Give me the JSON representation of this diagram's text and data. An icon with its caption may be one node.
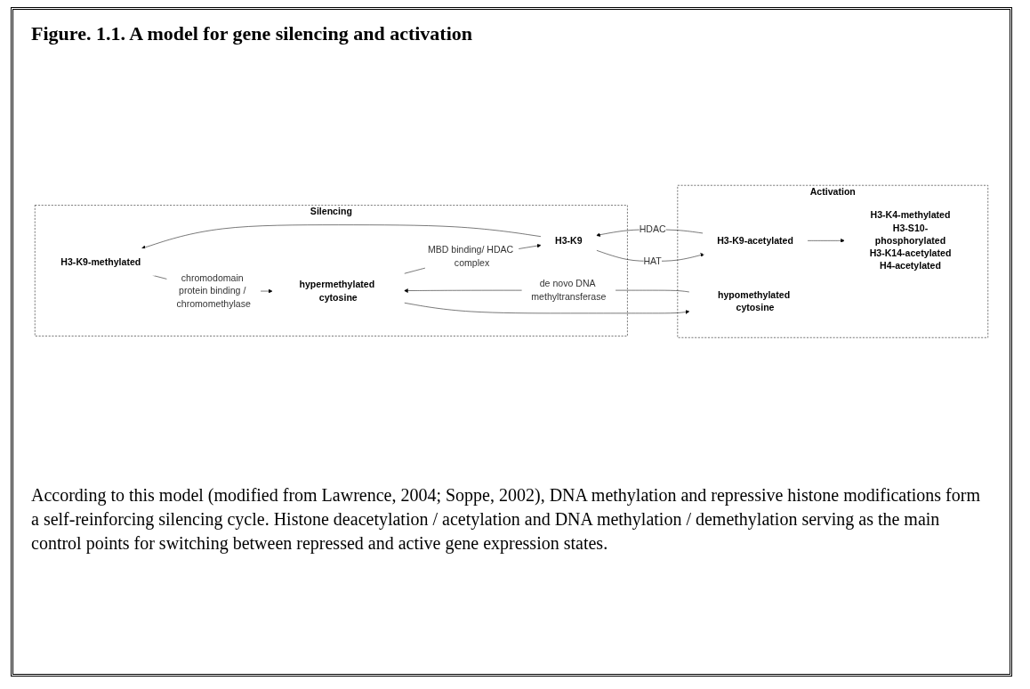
{
  "diagram": {
    "title": "Figure. 1.1. A model for gene silencing and activation",
    "nodes": [
      {
        "text": [
          "Silencing"
        ]
      },
      {
        "text": [
          "Activation"
        ]
      },
      {
        "text": [
          "H3-K9-methylated"
        ],
        "in": 0
      },
      {
        "text": [
          "H3-K9"
        ],
        "in": 0
      },
      {
        "text": [
          "hypermethylated cytosine"
        ],
        "in": 0
      },
      {
        "text": [
          "H3-K9-acetylated"
        ],
        "in": 1
      },
      {
        "text": [
          "H3-K4-methylated",
          "H3-S10-phosphorylated",
          "H3-K14-acetylated",
          "H4-acetylated"
        ],
        "in": 1
      },
      {
        "text": [
          "hypomethylated cytosine"
        ],
        "in": 1
      }
    ],
    "edges": [
      {
        "from": 4,
        "to": 3,
        "arrow": "to",
        "label": "MBD binding/ HDAC complex"
      },
      {
        "from": 3,
        "to": 2,
        "arrow": "to"
      },
      {
        "from": 5,
        "to": 3,
        "arrow": "to",
        "label": "HDAC"
      },
      {
        "from": 3,
        "to": 5,
        "arrow": "to",
        "label": "HAT"
      },
      {
        "from": 5,
        "to": 6,
        "arrow": "to"
      },
      {
        "from": 2,
        "to": 4,
        "arrow": "to",
        "label": "chromodomain protein binding / chromomethylase"
      },
      {
        "from": 7,
        "to": 4,
        "arrow": "to",
        "label": "de novo DNA methyltransferase"
      },
      {
        "from": 4,
        "to": 7,
        "arrow": "to"
      }
    ],
    "caption": "According to this model (modified from Lawrence, 2004; Soppe, 2002), DNA methylation and repressive histone modifications form a self-reinforcing silencing cycle. Histone deacetylation / acetylation and DNA methylation / demethylation serving as the main control points for switching between repressed and active gene expression states."
  }
}
